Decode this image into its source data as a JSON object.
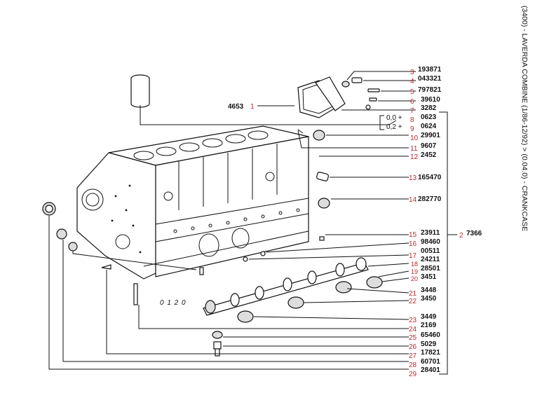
{
  "header_vertical": "(3400) - LAVERDA COMBINE (1/86-12/92) > (0.04.0) - CRANKCASE",
  "group_ref": {
    "index": "2",
    "part": "7366"
  },
  "callouts": [
    {
      "index": "1",
      "part": "4653"
    },
    {
      "index": "3",
      "part": "193871"
    },
    {
      "index": "4",
      "part": "043321"
    },
    {
      "index": "5",
      "part": "797821"
    },
    {
      "index": "6",
      "part": "39610"
    },
    {
      "index": "7",
      "part": "3282"
    },
    {
      "index": "8",
      "part": "0623",
      "prefix": "0,0 +"
    },
    {
      "index": "9",
      "part": "0624",
      "prefix": "0,2 +"
    },
    {
      "index": "10",
      "part": "29901"
    },
    {
      "index": "11",
      "part": "9607"
    },
    {
      "index": "12",
      "part": "2452"
    },
    {
      "index": "13",
      "part": "165470"
    },
    {
      "index": "14",
      "part": "282770"
    },
    {
      "index": "15",
      "part": "23911"
    },
    {
      "index": "16",
      "part": "98460"
    },
    {
      "index": "17",
      "part": "00511"
    },
    {
      "index": "18",
      "part": "24211"
    },
    {
      "index": "19",
      "part": "28501"
    },
    {
      "index": "20",
      "part": "3451"
    },
    {
      "index": "21",
      "part": "3448"
    },
    {
      "index": "22",
      "part": "3450"
    },
    {
      "index": "23",
      "part": "3449"
    },
    {
      "index": "24",
      "part": "2169"
    },
    {
      "index": "25",
      "part": "65460"
    },
    {
      "index": "26",
      "part": "5029"
    },
    {
      "index": "27",
      "part": "17821"
    },
    {
      "index": "28",
      "part": "60701"
    },
    {
      "index": "29",
      "part": "28401"
    }
  ],
  "drawing_note": "0 1 2 0"
}
